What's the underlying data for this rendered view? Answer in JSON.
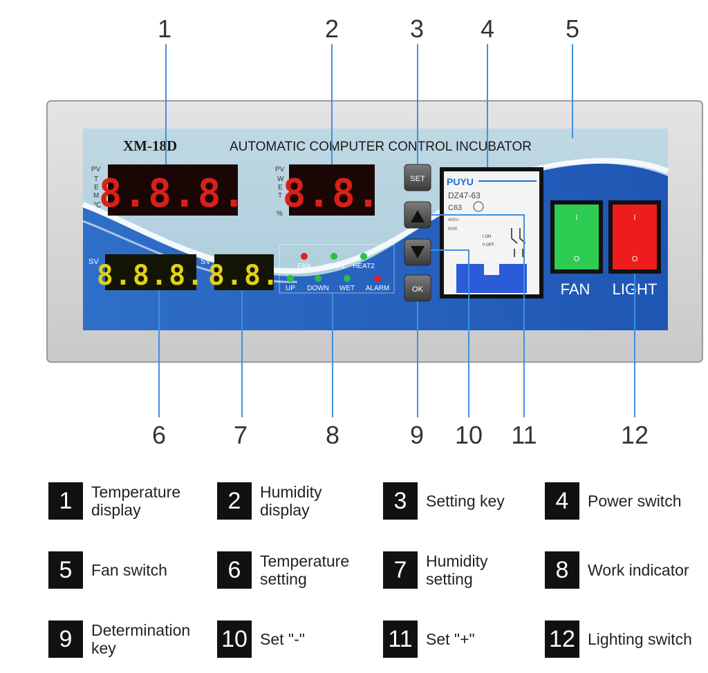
{
  "panel": {
    "model": "XM-18D",
    "title": "AUTOMATIC COMPUTER CONTROL INCUBATOR",
    "temp_display": {
      "side_label": "PV\nTEM\n℃",
      "digits": "8.8.8."
    },
    "hum_display": {
      "side_label": "PV\nWET\n%",
      "digits": "8.8."
    },
    "temp_setting": {
      "label": "SV",
      "digits": "8.8.8."
    },
    "hum_setting": {
      "label": "SV",
      "digits": "8.8."
    },
    "indicators": [
      {
        "label": "FAN",
        "color": "#e02020"
      },
      {
        "label": "HEAT1",
        "color": "#28c040"
      },
      {
        "label": "HEAT2",
        "color": "#28c040"
      },
      {
        "label": "UP",
        "color": "#28c040"
      },
      {
        "label": "DOWN",
        "color": "#28c040"
      },
      {
        "label": "WET",
        "color": "#28c040"
      },
      {
        "label": "ALARM",
        "color": "#e02020"
      }
    ],
    "keys": {
      "set": "SET",
      "ok": "OK"
    },
    "breaker": {
      "brand": "PUYU",
      "model": "DZ47-63",
      "rating": "C63",
      "spec1": "400V~",
      "spec2": "6000",
      "on": "I ON",
      "off": "0 OFF"
    },
    "fan_switch": {
      "label": "FAN",
      "on": "I",
      "off": "O",
      "color": "#2ecc52"
    },
    "light_switch": {
      "label": "LIGHT",
      "on": "I",
      "off": "O",
      "color": "#ee1c1c"
    }
  },
  "callouts": [
    "1",
    "2",
    "3",
    "4",
    "5",
    "6",
    "7",
    "8",
    "9",
    "10",
    "11",
    "12"
  ],
  "legend": [
    {
      "num": "1",
      "text": "Temperature\ndisplay"
    },
    {
      "num": "2",
      "text": "Humidity\ndisplay"
    },
    {
      "num": "3",
      "text": "Setting key"
    },
    {
      "num": "4",
      "text": "Power switch"
    },
    {
      "num": "5",
      "text": "Fan switch"
    },
    {
      "num": "6",
      "text": "Temperature\nsetting"
    },
    {
      "num": "7",
      "text": "Humidity\nsetting"
    },
    {
      "num": "8",
      "text": "Work indicator"
    },
    {
      "num": "9",
      "text": "Determination\nkey"
    },
    {
      "num": "10",
      "text": "Set \"-\""
    },
    {
      "num": "11",
      "text": "Set \"+\""
    },
    {
      "num": "12",
      "text": "Lighting switch"
    }
  ]
}
